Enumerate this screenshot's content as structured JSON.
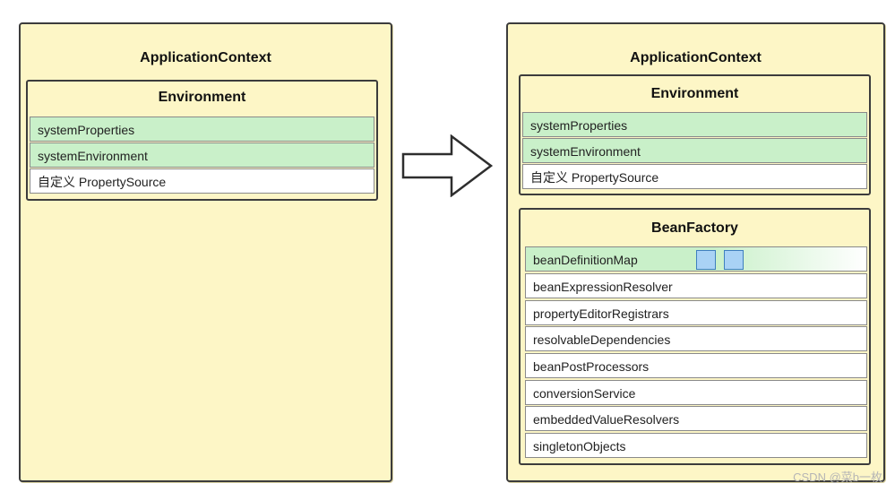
{
  "left": {
    "title": "ApplicationContext",
    "environment": {
      "title": "Environment",
      "rows": [
        "systemProperties",
        "systemEnvironment",
        "自定义 PropertySource"
      ]
    }
  },
  "right": {
    "title": "ApplicationContext",
    "environment": {
      "title": "Environment",
      "rows": [
        "systemProperties",
        "systemEnvironment",
        "自定义 PropertySource"
      ]
    },
    "beanfactory": {
      "title": "BeanFactory",
      "rows": [
        "beanDefinitionMap",
        "beanExpressionResolver",
        "propertyEditorRegistrars",
        "resolvableDependencies",
        "beanPostProcessors",
        "conversionService",
        "embeddedValueResolvers",
        "singletonObjects"
      ]
    }
  },
  "watermark": "CSDN @菜b一枚",
  "colors": {
    "panel_bg": "#fdf6c6",
    "highlight_green": "#c9f0c9",
    "square_blue": "#a9d2f5",
    "border": "#3c3c3c"
  }
}
